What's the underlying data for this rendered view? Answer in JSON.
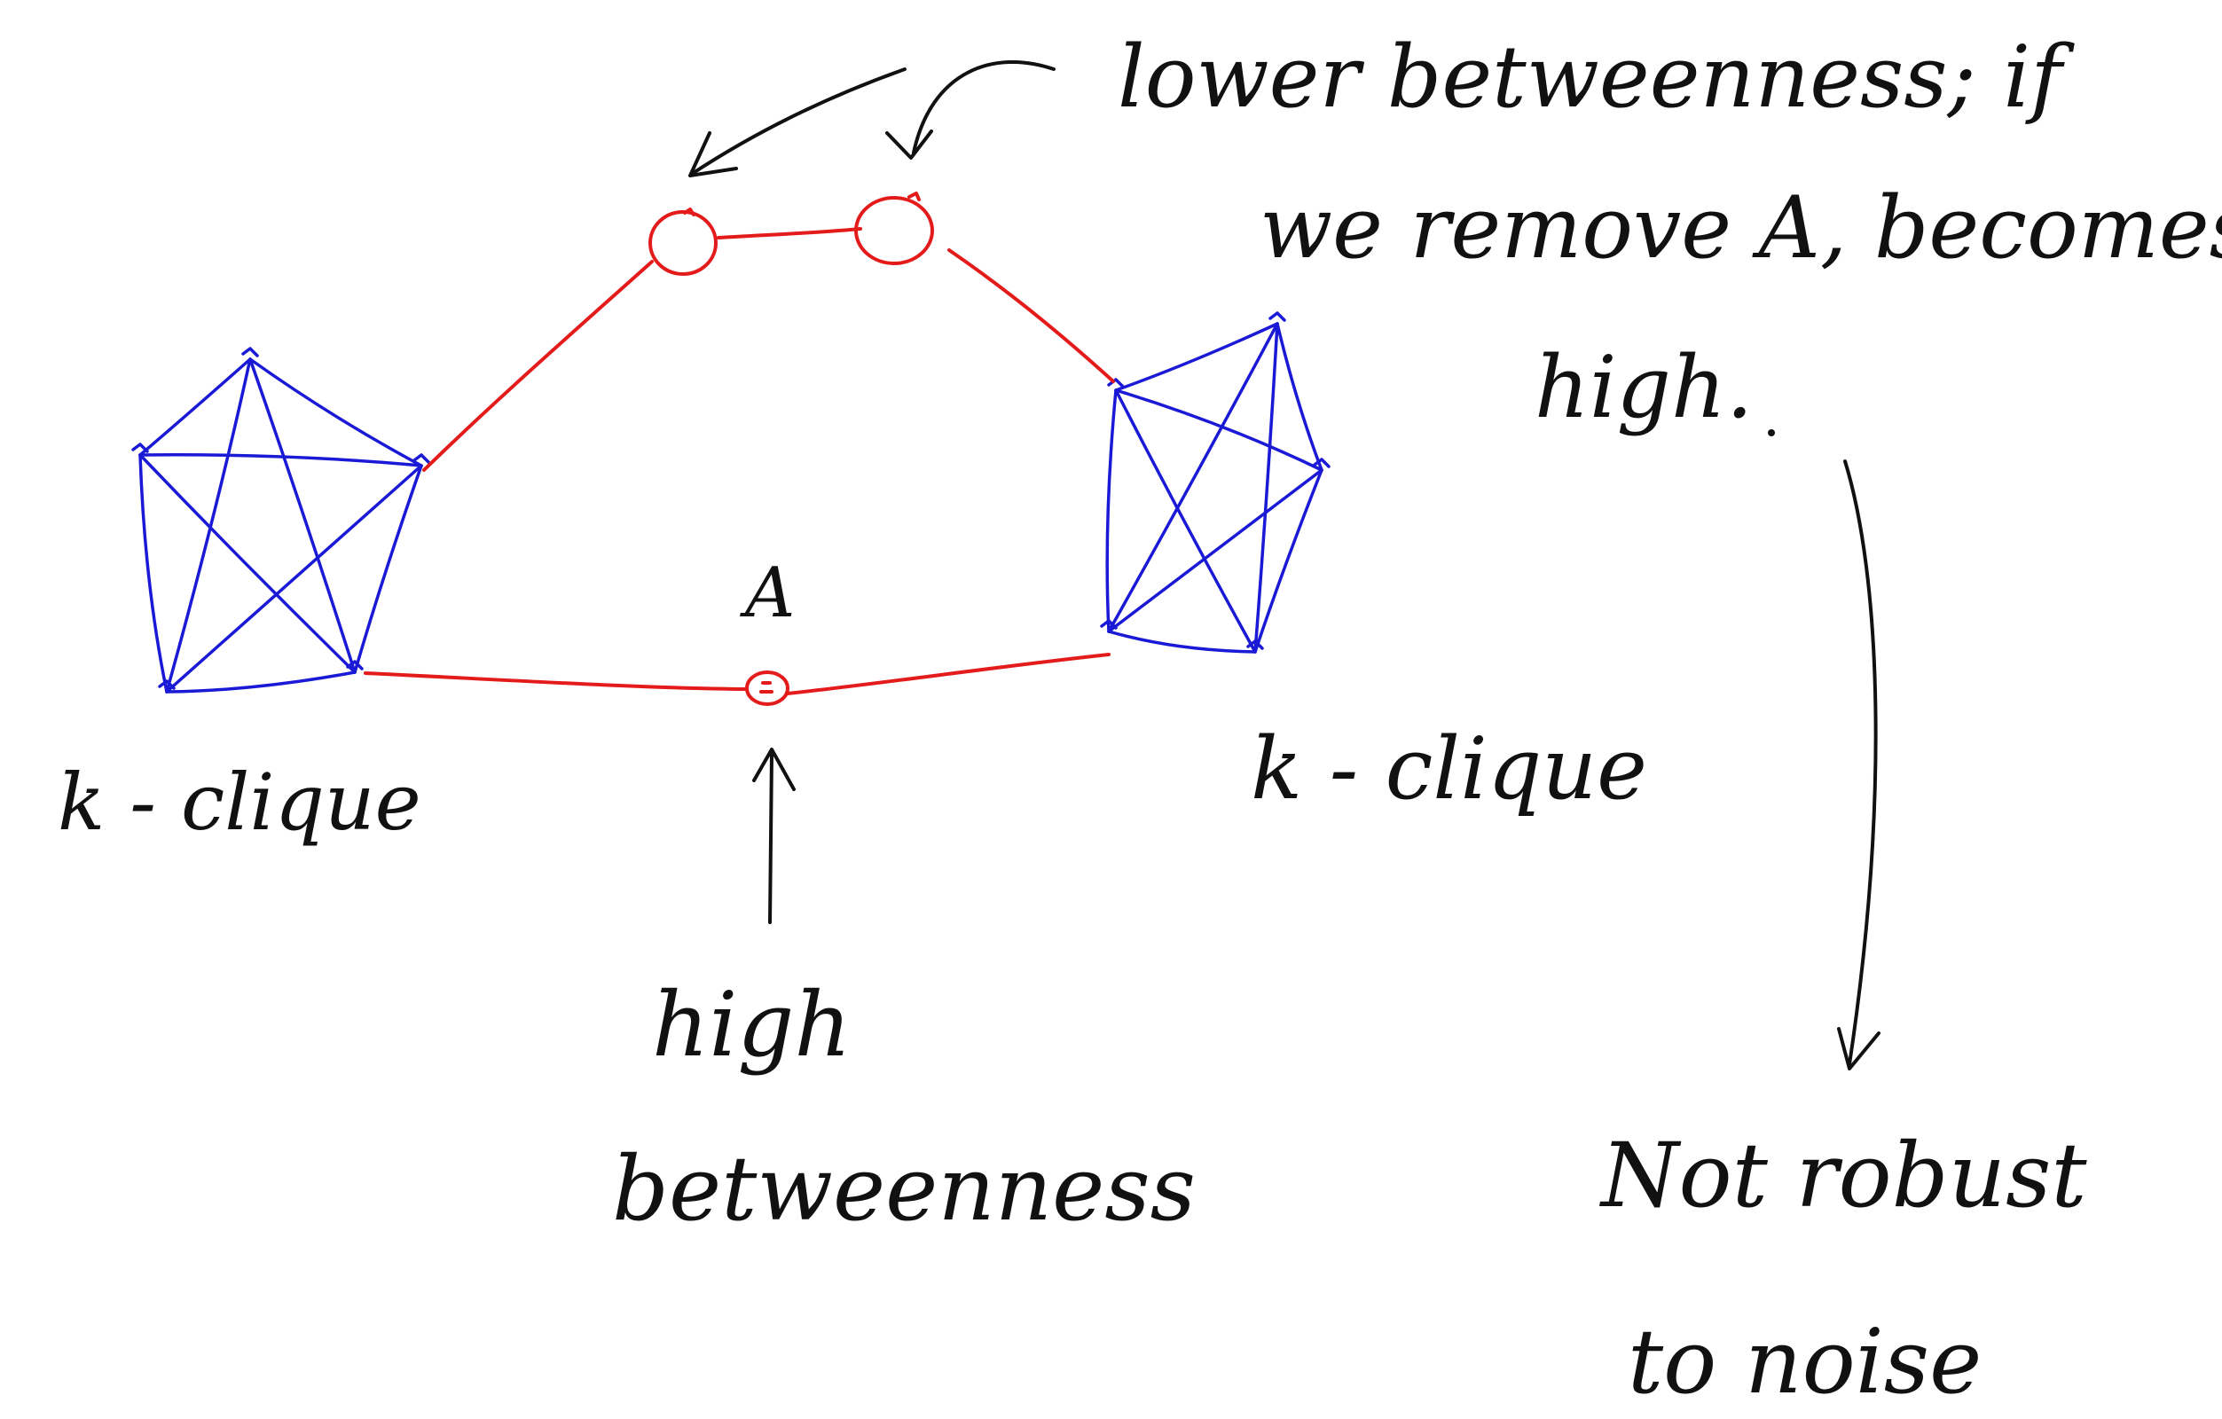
{
  "annotations": {
    "top_note_line1": "lower betweenness; if",
    "top_note_line2": "we remove A, becomes",
    "top_note_line3": "high.",
    "node_label": "A",
    "bottom_note_line1": "high",
    "bottom_note_line2": "betweenness",
    "left_clique_label": "k - clique",
    "right_clique_label": "k - clique",
    "conclusion_line1": "Not robust",
    "conclusion_line2": "to noise"
  },
  "colors": {
    "clique_edges": "#1a1ad6",
    "bridge_edges": "#e41b1b",
    "ink": "#111111",
    "background": "#ffffff"
  }
}
